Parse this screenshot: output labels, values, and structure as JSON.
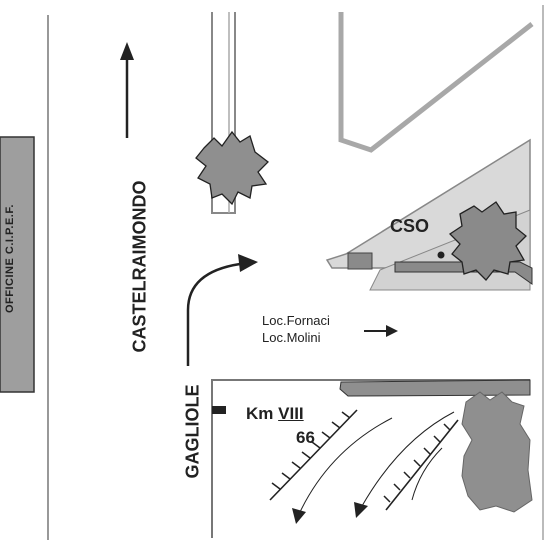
{
  "office_label": "OFFICINE C.I.P.E.F.",
  "castelraimondo_label": "CASTELRAIMONDO",
  "gagliole_label": "GAGLIOLE",
  "cso_label": "CSO",
  "loc_fornaci_label": "Loc.Fornaci",
  "loc_molini_label": "Loc.Molini",
  "km_prefix": "Km",
  "km_numeral": "VIII",
  "km_denominator": "66",
  "colors": {
    "building": "#9e9e9e",
    "wall": "#a8a8a8",
    "road_fill": "#d9d9d9",
    "ink": "#222222",
    "vegetation": "#8f8f8f"
  }
}
